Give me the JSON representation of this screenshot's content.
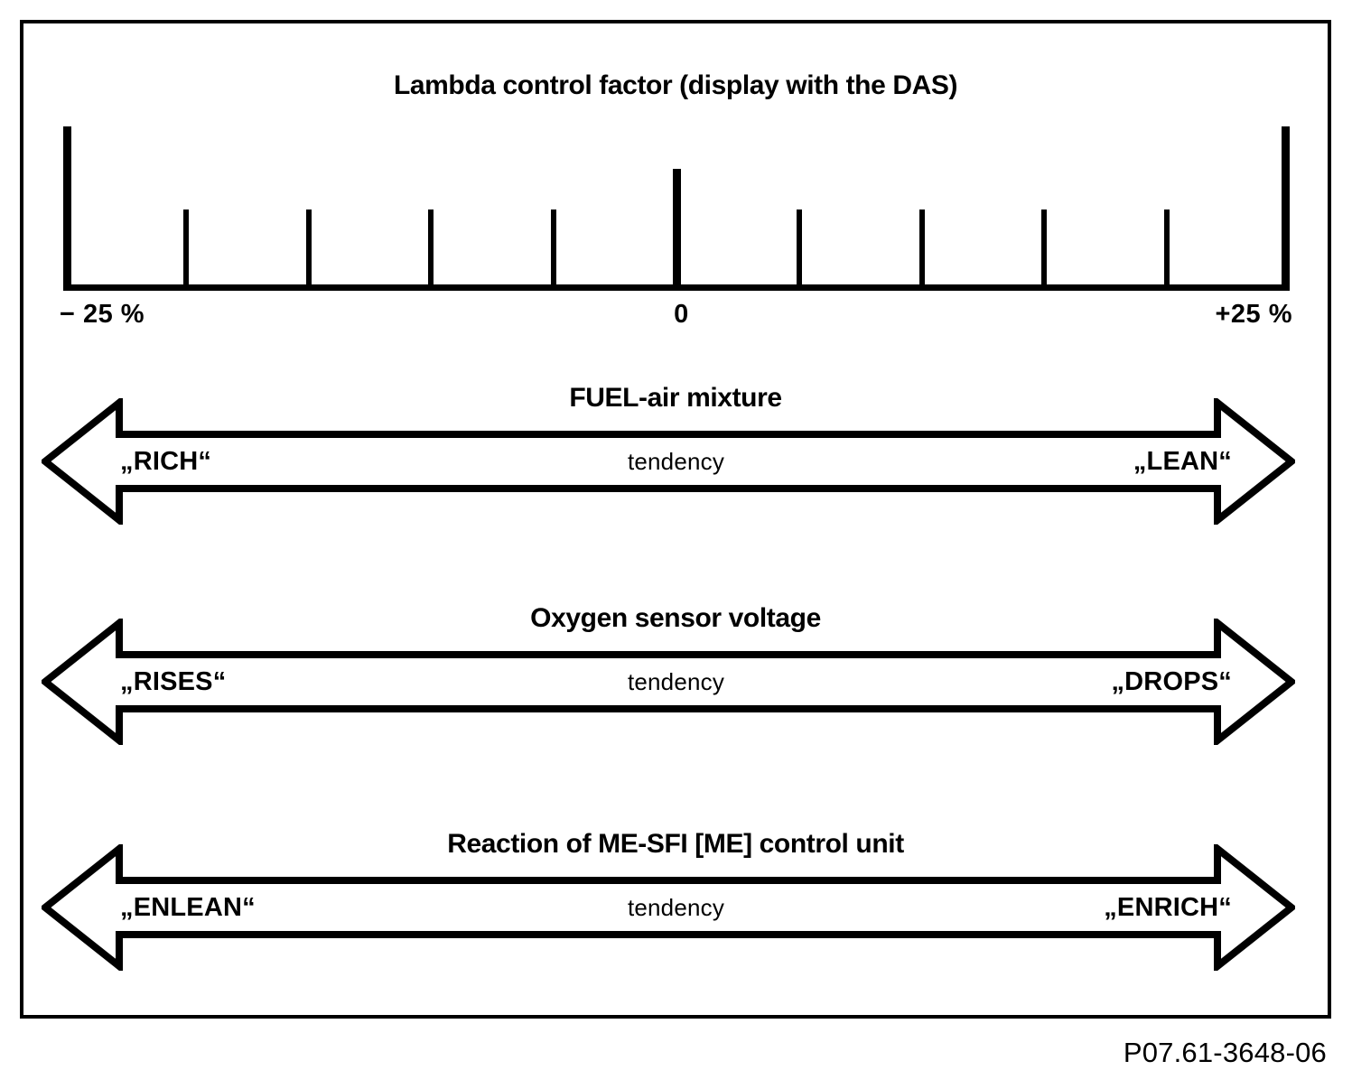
{
  "figure": {
    "caption_code": "P07.61-3648-06"
  },
  "scale": {
    "title": "Lambda control factor (display with the DAS)",
    "left_label": "− 25 %",
    "center_label": "0",
    "right_label": "+25 %",
    "tick_count": 11,
    "tick_kinds": [
      "end",
      "small",
      "small",
      "small",
      "small",
      "mid",
      "small",
      "small",
      "small",
      "small",
      "end"
    ]
  },
  "bands": [
    {
      "title": "FUEL-air mixture",
      "left_label": "„RICH“",
      "center_label": "tendency",
      "right_label": "„LEAN“"
    },
    {
      "title": "Oxygen sensor voltage",
      "left_label": "„RISES“",
      "center_label": "tendency",
      "right_label": "„DROPS“"
    },
    {
      "title": "Reaction of ME-SFI [ME] control unit",
      "left_label": "„ENLEAN“",
      "center_label": "tendency",
      "right_label": "„ENRICH“"
    }
  ],
  "chart_data": {
    "type": "bar",
    "title": "Lambda control factor (display with the DAS)",
    "xlabel": "",
    "ylabel": "",
    "xlim": [
      -25,
      25
    ],
    "grid": false,
    "legend": "none",
    "categories": [
      "-25",
      "-20",
      "-15",
      "-10",
      "-5",
      "0",
      "5",
      "10",
      "15",
      "20",
      "25"
    ],
    "values": [
      182,
      90,
      90,
      90,
      90,
      135,
      90,
      90,
      90,
      90,
      182
    ],
    "tick_labels": [
      "− 25 %",
      "",
      "",
      "",
      "",
      "0",
      "",
      "",
      "",
      "",
      "+25 %"
    ],
    "annotations": [
      "FUEL-air mixture: „RICH“ (left) ← tendency → „LEAN“ (right)",
      "Oxygen sensor voltage: „RISES“ (left) ← tendency → „DROPS“ (right)",
      "Reaction of ME-SFI [ME] control unit: „ENLEAN“ (left) ← tendency → „ENRICH“ (right)"
    ]
  }
}
